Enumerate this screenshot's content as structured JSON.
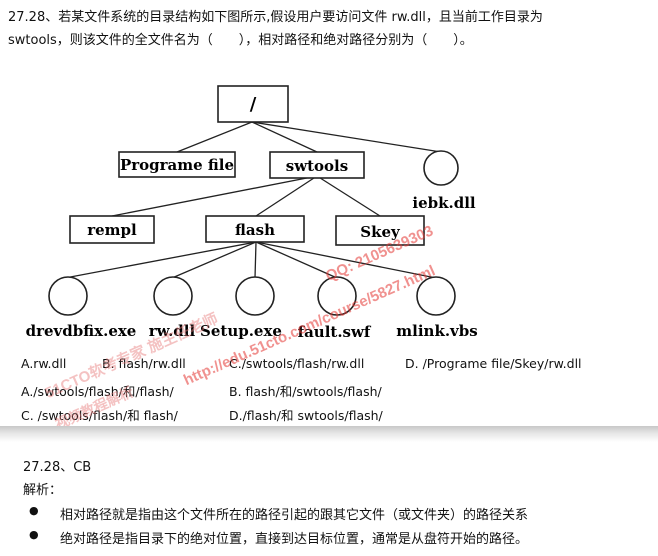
{
  "question": {
    "line1": "27.28、若某文件系统的目录结构如下图所示,假设用户要访问文件 rw.dll，且当前工作目录为",
    "line2": "swtools，则该文件的全文件名为（　　），相对路径和绝对路径分别为（　　）。"
  },
  "tree": {
    "root": "/",
    "level1": [
      "Programe file",
      "swtools",
      "iebk.dll"
    ],
    "level2": [
      "rempl",
      "flash",
      "Skey"
    ],
    "files": [
      "drevdbfix.exe",
      "rw.dll",
      "Setup.exe",
      "fault.swf",
      "mlink.vbs"
    ]
  },
  "options": [
    "A.rw.dll",
    "B. flash/rw.dll",
    "C./swtools/flash/rw.dll",
    "D. /Programe file/Skey/rw.dll",
    "A./swtools/flash/和/flash/",
    "B. flash/和/swtools/flash/",
    "C. /swtools/flash/和 flash/",
    "D./flash/和 swtools/flash/"
  ],
  "watermarks": {
    "qq": "QQ: 2105639303",
    "url": "http://edu.51cto.com/course/5827.html",
    "brand": "51CTO软考专家 施主任老师",
    "sub": "视频教程解析"
  },
  "answer": {
    "number": "27.28、CB",
    "heading": "解析：",
    "bullets": [
      "相对路径就是指由这个文件所在的路径引起的跟其它文件（或文件夹）的路径关系",
      "绝对路径是指目录下的绝对位置，直接到达目标位置，通常是从盘符开始的路径。"
    ],
    "bullet_symbol": "●"
  },
  "colors": {
    "watermark": "#e53935",
    "ink": "#111111"
  }
}
